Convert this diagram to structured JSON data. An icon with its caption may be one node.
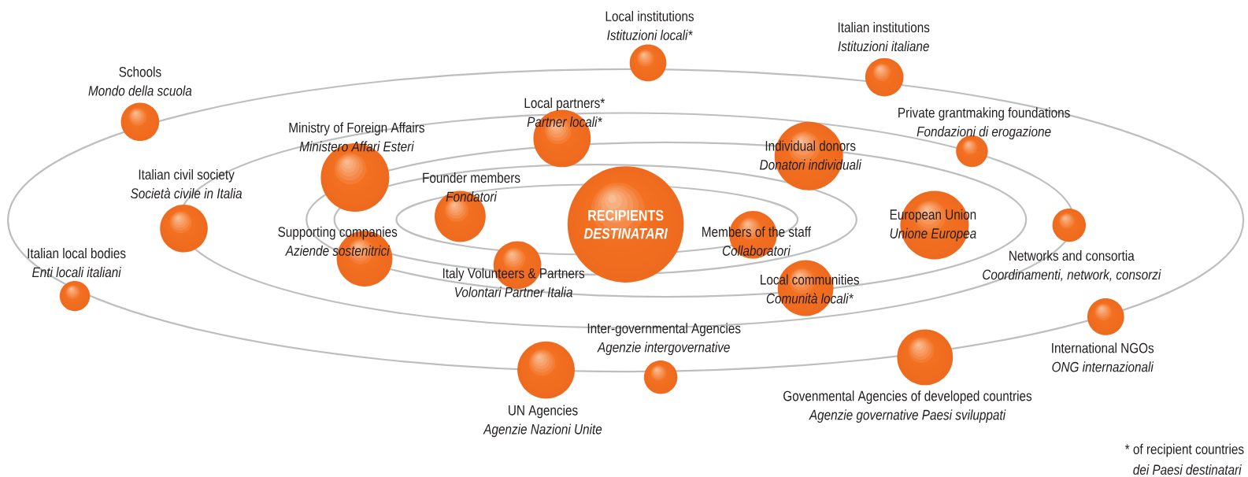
{
  "diagram": {
    "nodes": [
      {
        "text": [
          "Local institutions",
          "Istituzioni locali*"
        ]
      },
      {
        "text": [
          "Italian institutions",
          "Istituzioni italiane"
        ]
      },
      {
        "text": [
          "Schools",
          "Mondo della scuola"
        ]
      },
      {
        "text": [
          "Local partners*",
          "Partner locali*"
        ]
      },
      {
        "text": [
          "Private grantmaking foundations",
          "Fondazioni di erogazione"
        ]
      },
      {
        "text": [
          "Ministry of Foreign Affairs",
          "Ministero Affari Esteri"
        ]
      },
      {
        "text": [
          "Individual donors",
          "Donatori individuali"
        ]
      },
      {
        "text": [
          "Founder members",
          "Fondatori"
        ]
      },
      {
        "text": [
          "Italian civil society",
          "Società civile in Italia"
        ]
      },
      {
        "text": [
          "RECIPIENTS",
          "DESTINATARI"
        ]
      },
      {
        "text": [
          "European Union",
          "Unione Europea"
        ]
      },
      {
        "text": [
          "Supporting companies",
          "Aziende sostenitrici"
        ]
      },
      {
        "text": [
          "Members of the staff",
          "Collaboratori"
        ]
      },
      {
        "text": [
          "Networks and consortia",
          "Coordinamenti, network, consorzi"
        ]
      },
      {
        "text": [
          "Italian local bodies",
          "Enti locali italiani"
        ]
      },
      {
        "text": [
          "Italy Volunteers & Partners",
          "Volontari Partner Italia"
        ]
      },
      {
        "text": [
          "Local communities",
          "Comunità locali*"
        ]
      },
      {
        "text": [
          "Inter-governmental Agencies",
          "Agenzie intergovernative"
        ]
      },
      {
        "text": [
          "International NGOs",
          "ONG internazionali"
        ]
      },
      {
        "text": [
          "UN Agencies",
          "Agenzie Nazioni Unite"
        ]
      },
      {
        "text": [
          "Govenmental Agencies of developed countries",
          "Agenzie governative Paesi sviluppati"
        ]
      }
    ],
    "labels": [
      "* of recipient countries",
      "dei Paesi destinatari"
    ]
  }
}
